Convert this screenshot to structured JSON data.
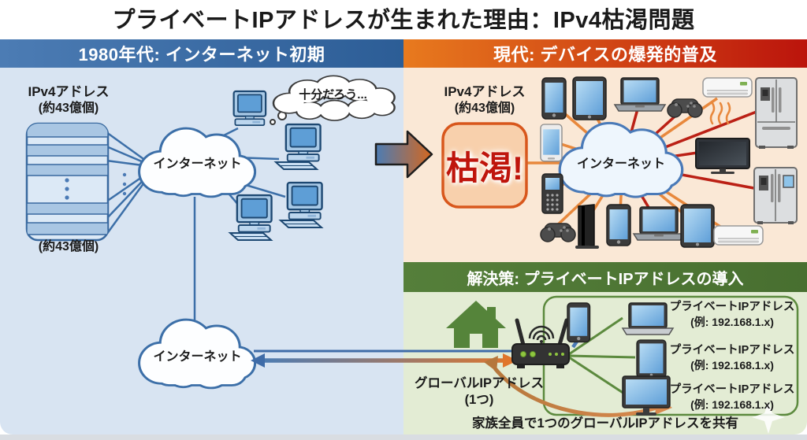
{
  "title": "プライベートIPアドレスが生まれた理由：IPv4枯渇問題",
  "era_1980": {
    "header": "1980年代: インターネット初期",
    "ipv4_label": {
      "line1": "IPv4アドレス",
      "line2": "(約43億個)"
    },
    "pool_count": "(約43億個)",
    "internet_cloud": "インターネット",
    "thought_bubble": "十分だろう...",
    "bottom_internet_cloud": "インターネット"
  },
  "era_modern": {
    "header": "現代: デバイスの爆発的普及",
    "ipv4_label": {
      "line1": "IPv4アドレス",
      "line2": "(約43億個)"
    },
    "exhausted": "枯渇!",
    "internet_cloud": "インターネット"
  },
  "solution": {
    "header": "解決策: プライベートIPアドレスの導入",
    "global_ip": {
      "line1": "グローバルIPアドレス",
      "line2": "(1つ)"
    },
    "private_ip_items": [
      {
        "line1": "プライベートIPアドレス",
        "line2": "(例: 192.168.1.x)"
      },
      {
        "line1": "プライベートIPアドレス",
        "line2": "(例: 192.168.1.x)"
      },
      {
        "line1": "プライベートIPアドレス",
        "line2": "(例: 192.168.1.x)"
      }
    ],
    "footer": "家族全員で1つのグローバルIPアドレスを共有"
  },
  "colors": {
    "left_header_blue": "#3c6ba6",
    "modern_header_orange": "#e87a1e",
    "modern_header_red": "#bb140c",
    "solution_header_green": "#507a35",
    "left_panel_bg": "#d8e4f2",
    "modern_panel_bg": "#fae8d6",
    "solution_panel_bg": "#e3ecd4",
    "exhausted_text": "#bf150c",
    "exhausted_box_fill": "#f8d0ac",
    "exhausted_box_border": "#d8571c",
    "network_line_blue": "#3c6fa8",
    "network_line_orange": "#e8883c",
    "network_line_red": "#bb2015",
    "lan_line_green": "#5c8a3e"
  }
}
